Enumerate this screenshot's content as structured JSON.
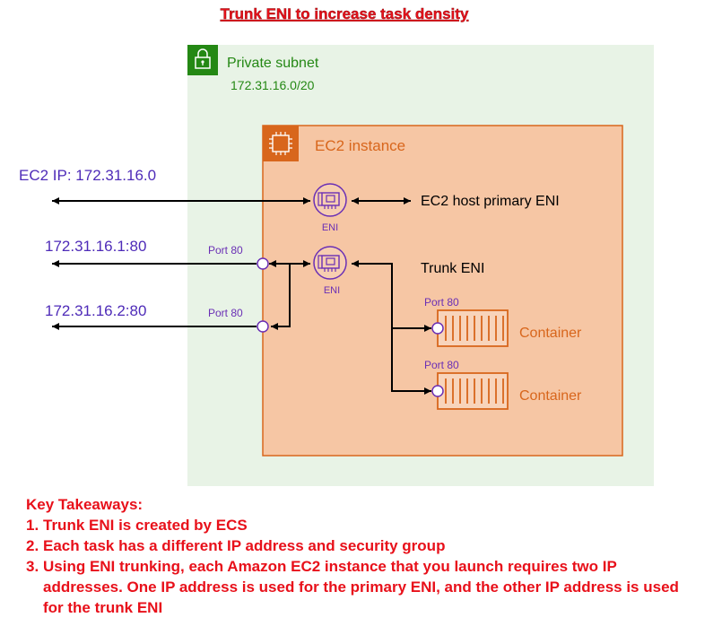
{
  "title": "Trunk ENI to increase task density",
  "subnet": {
    "label": "Private subnet",
    "cidr": "172.31.16.0/20"
  },
  "instance": {
    "label": "EC2 instance"
  },
  "connections": {
    "ec2_ip": "EC2 IP: 172.31.16.0",
    "task1_ip": "172.31.16.1:80",
    "task2_ip": "172.31.16.2:80"
  },
  "eni": {
    "primary_label": "ENI",
    "trunk_label": "ENI",
    "primary_desc": "EC2 host primary ENI",
    "trunk_desc": "Trunk ENI"
  },
  "ports": {
    "ext1": "Port 80",
    "ext2": "Port 80",
    "container1": "Port 80",
    "container2": "Port 80"
  },
  "containers": {
    "c1": "Container",
    "c2": "Container"
  },
  "takeaways": {
    "heading": "Key Takeaways:",
    "items": [
      {
        "num": "1.",
        "text": "Trunk ENI is created by ECS"
      },
      {
        "num": "2.",
        "text": "Each task has a different IP address and security group"
      },
      {
        "num": "3.",
        "text": "Using ENI trunking, each Amazon EC2 instance that you launch requires two IP addresses. One IP address is used for the primary ENI, and the other IP address is used for the trunk ENI"
      }
    ]
  },
  "colors": {
    "title_red": "#e8101a",
    "subnet_green": "#248814",
    "subnet_fill": "#e8f3e6",
    "ec2_orange": "#d8661c",
    "ec2_fill": "#f6c6a4",
    "eni_purple": "#6a2fb5",
    "ip_purple": "#4e2bb8"
  },
  "icons": {
    "subnet": "lock-icon",
    "instance": "chip-icon",
    "eni": "network-card-icon",
    "container": "container-icon"
  }
}
